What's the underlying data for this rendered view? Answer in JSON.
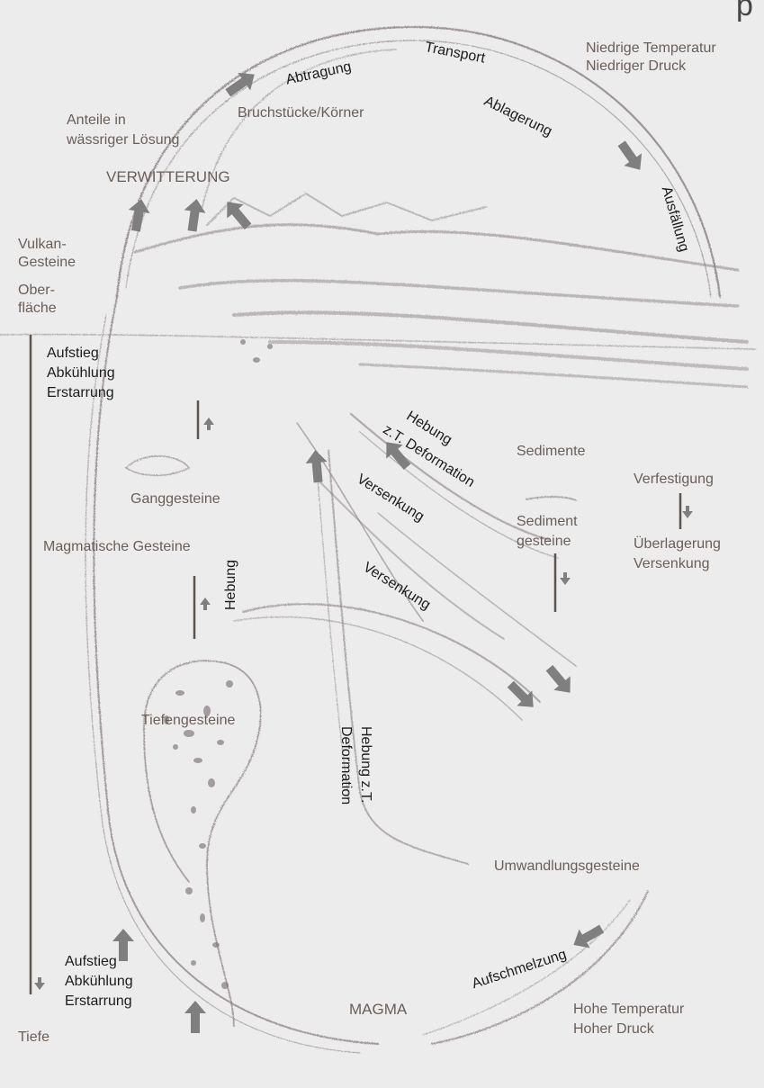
{
  "diagram": {
    "corner_mark": "p",
    "conditions": {
      "surface": [
        "Niedrige Temperatur",
        "Niedriger Druck"
      ],
      "depth": [
        "Hohe Temperatur",
        "Hoher Druck"
      ]
    },
    "surface_labels": {
      "abtragung": "Abtragung",
      "transport": "Transport",
      "ablagerung": "Ablagerung",
      "ausfaellung": "Ausfällung",
      "bruchstuecke": "Bruchstücke/Körner",
      "anteile": [
        "Anteile in",
        "wässriger Lösung"
      ],
      "verwitterung": "VERWITTERUNG",
      "vulkan": [
        "Vulkan-",
        "Gesteine"
      ],
      "oberflaeche": [
        "Ober-",
        "fläche"
      ]
    },
    "left_side": {
      "aufstieg_top": [
        "Aufstieg",
        "Abkühlung",
        "Erstarrung"
      ],
      "ganggesteine": "Ganggesteine",
      "magmatische": "Magmatische Gesteine",
      "hebung": "Hebung",
      "tiefengesteine": "Tiefengesteine",
      "aufstieg_bottom": [
        "Aufstieg",
        "Abkühlung",
        "Erstarrung"
      ],
      "tiefe": "Tiefe"
    },
    "center": {
      "hebung_deformation": [
        "Hebung",
        "z.T. Deformation"
      ],
      "versenkung_1": "Versenkung",
      "versenkung_2": "Versenkung",
      "hebung_deformation_2": [
        "Hebung z.T.",
        "Deformation"
      ]
    },
    "right_side": {
      "sedimente": "Sedimente",
      "verfestigung": "Verfestigung",
      "sedimentgesteine": [
        "Sediment",
        "gesteine"
      ],
      "ueberlagerung": [
        "Überlagerung",
        "Versenkung"
      ]
    },
    "bottom": {
      "umwandlung": "Umwandlungsgesteine",
      "aufschmelzung": "Aufschmelzung",
      "magma": "MAGMA"
    },
    "colors": {
      "background": "#ececec",
      "sketch": "#8a7f86",
      "arrow": "#808080",
      "label_brown": "#6a5e58",
      "label_dark": "#1c1c1c"
    }
  }
}
